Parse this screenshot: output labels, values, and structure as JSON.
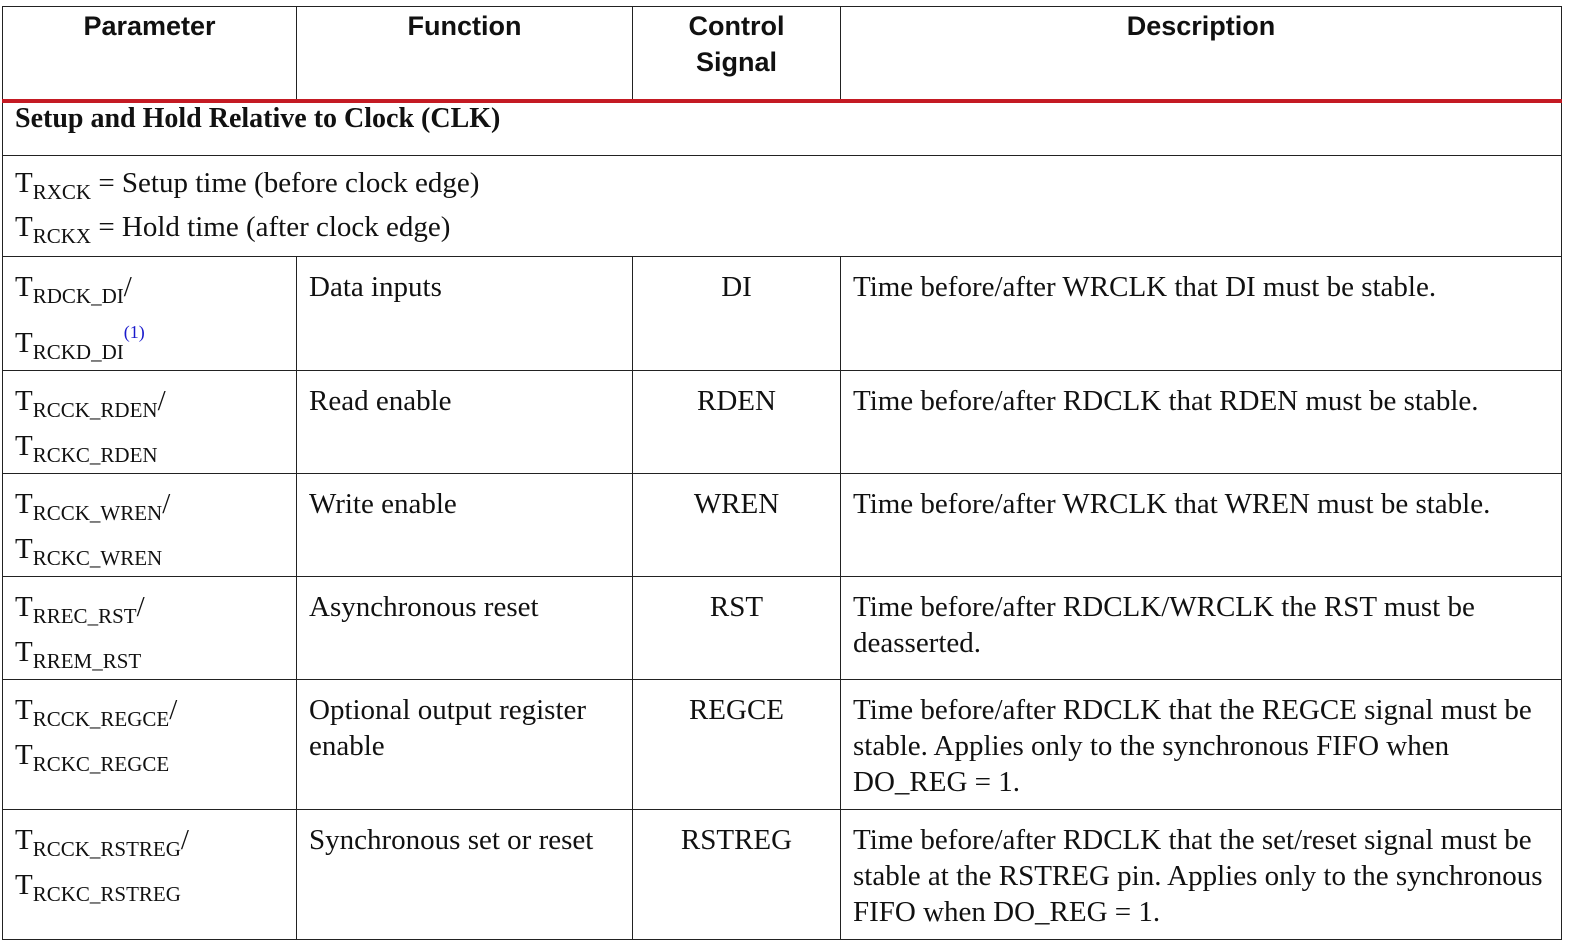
{
  "headers": {
    "parameter": "Parameter",
    "function": "Function",
    "control_signal_line1": "Control",
    "control_signal_line2": "Signal",
    "description": "Description"
  },
  "section_title": "Setup and Hold Relative to Clock (CLK)",
  "notes": [
    {
      "base": "T",
      "sub": "RXCK",
      "text": " = Setup time (before clock edge)"
    },
    {
      "base": "T",
      "sub": "RCKX",
      "text": " = Hold time (after clock edge)"
    }
  ],
  "rows": [
    {
      "param1_sub": "RDCK_DI",
      "param1_suffix": "/",
      "param2_sub": "RCKD_DI",
      "param2_sup": "(1)",
      "function": "Data inputs",
      "signal": "DI",
      "description": "Time before/after WRCLK that DI must be stable."
    },
    {
      "param1_sub": "RCCK_RDEN",
      "param1_suffix": "/",
      "param2_sub": "RCKC_RDEN",
      "param2_sup": "",
      "function": "Read enable",
      "signal": "RDEN",
      "description": "Time before/after RDCLK that RDEN must be stable."
    },
    {
      "param1_sub": "RCCK_WREN",
      "param1_suffix": "/",
      "param2_sub": "RCKC_WREN",
      "param2_sup": "",
      "function": "Write enable",
      "signal": "WREN",
      "description": "Time before/after WRCLK that WREN must be stable."
    },
    {
      "param1_sub": "RREC_RST",
      "param1_suffix": "/",
      "param2_sub": "RREM_RST",
      "param2_sup": "",
      "function": "Asynchronous reset",
      "signal": "RST",
      "description": "Time before/after RDCLK/WRCLK the RST must be deasserted."
    },
    {
      "param1_sub": "RCCK_REGCE",
      "param1_suffix": "/",
      "param2_sub": "RCKC_REGCE",
      "param2_sup": "",
      "function": "Optional output register enable",
      "signal": "REGCE",
      "description": "Time before/after RDCLK that the REGCE signal must be stable. Applies only to the synchronous FIFO when DO_REG = 1."
    },
    {
      "param1_sub": "RCCK_RSTREG",
      "param1_suffix": "/",
      "param2_sub": "RCKC_RSTREG",
      "param2_sup": "",
      "function": "Synchronous set or reset",
      "signal": "RSTREG",
      "description": "Time before/after RDCLK that the set/reset signal must be stable at the RSTREG pin. Applies only to the synchronous FIFO when DO_REG = 1."
    }
  ],
  "colors": {
    "header_rule": "#c41a23",
    "footnote_ref": "#1a1acc",
    "border": "#222222"
  }
}
